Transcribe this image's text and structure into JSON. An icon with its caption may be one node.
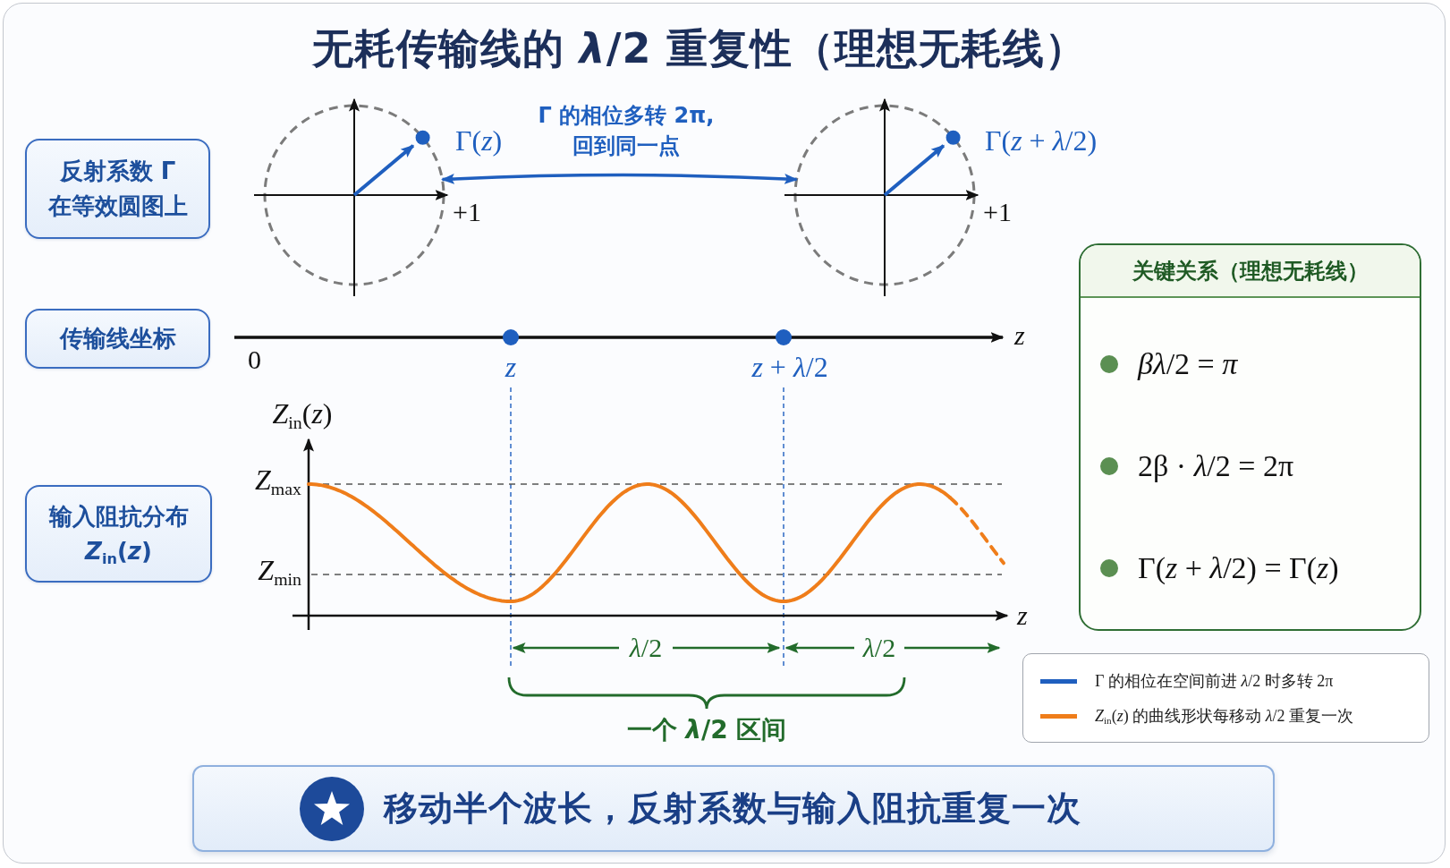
{
  "diagram": {
    "title": "无耗传输线的 *λ*/2 重复性（理想无耗线）",
    "nodes": [
      {
        "text": [
          "反射系数 Γ 在等效圆图上"
        ]
      },
      {
        "text": [],
        "shape": "circle",
        "beside": [
          "Γ(*z*)",
          "+1"
        ]
      },
      {
        "text": [],
        "shape": "circle",
        "beside": [
          "Γ(*z* + *λ*/2)",
          "+1"
        ]
      },
      {
        "text": [
          "关键关系（理想无耗线）",
          "*βλ*/2 = *π*",
          "2β · *λ*/2 = 2π",
          "Γ(*z* + *λ*/2) = Γ(*z*)"
        ]
      },
      {
        "text": [
          "传输线坐标"
        ]
      },
      {
        "text": [
          "输入阻抗分布 *Z*$_{in}$(*z*)"
        ]
      },
      {
        "text": [
          "移动半个波长，反射系数与输入阻抗重复一次"
        ]
      }
    ],
    "edges": [
      {
        "from": 1,
        "to": 2,
        "arrow": "both",
        "label": "Γ 的相位多转 2π, 回到同一点"
      }
    ],
    "labels": [
      "0",
      "z",
      "*z* + *λ*/2",
      "z",
      "*Z*$_{in}$(*z*)",
      "*Z*$_{max}$",
      "*Z*$_{min}$",
      "z",
      "*λ*/2",
      "*λ*/2",
      "一个 *λ*/2 区间"
    ],
    "legend": [
      {
        "text": "Γ 的相位在空间前进 *λ*/2 时多转 2π"
      },
      {
        "text": "*Z*$_{in}$(*z*) 的曲线形状每移动 *λ*/2 重复一次"
      }
    ]
  }
}
